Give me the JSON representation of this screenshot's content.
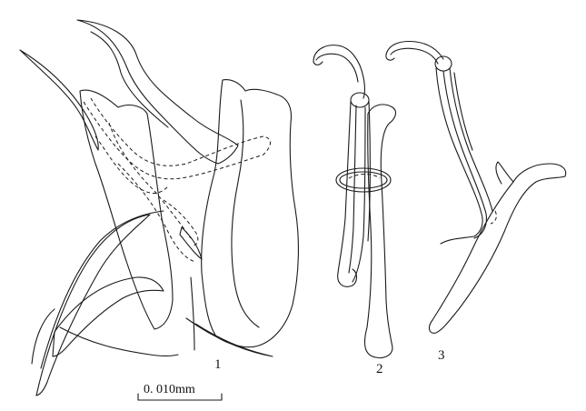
{
  "figure": {
    "labels": {
      "fig1": "1",
      "fig2": "2",
      "fig3": "3"
    },
    "scale_bar": {
      "text": "0. 010mm"
    }
  }
}
